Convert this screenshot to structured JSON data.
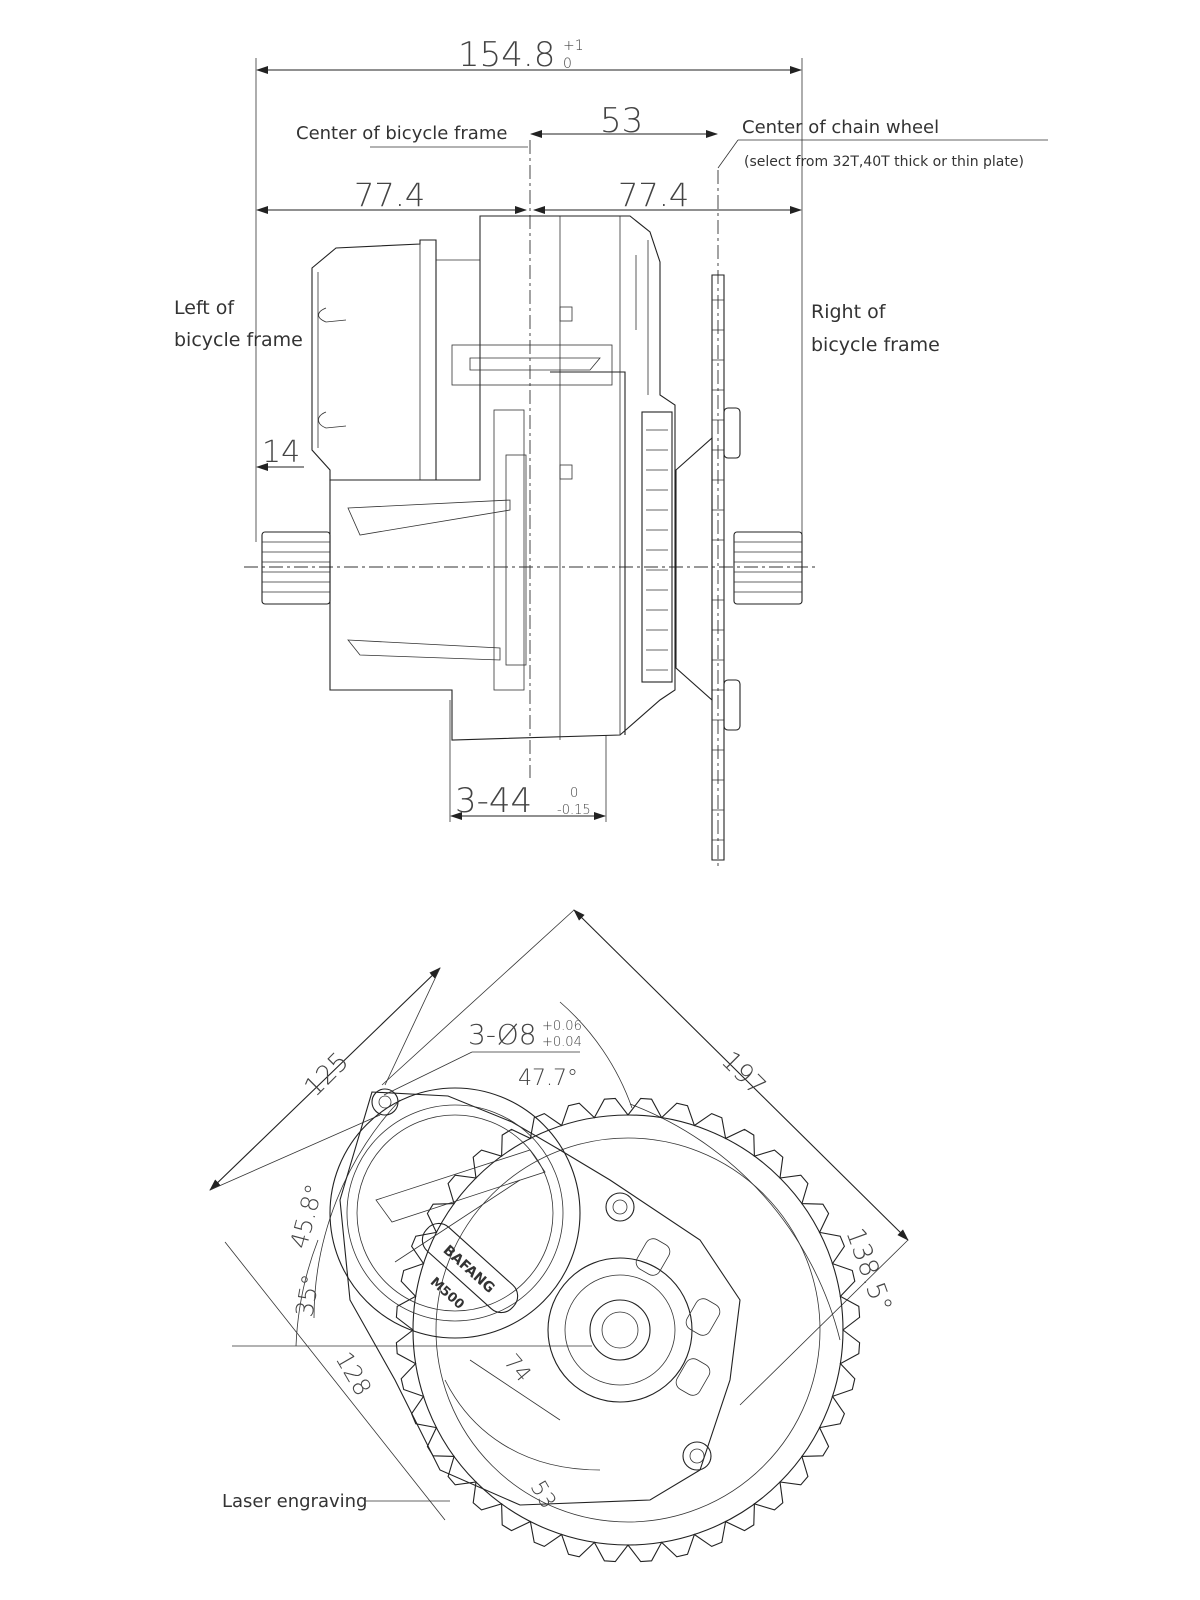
{
  "top_view": {
    "overall_width": {
      "value": "154.8",
      "tol_upper": "+1",
      "tol_lower": "0"
    },
    "offset_53": "53",
    "half_left": "77.4",
    "half_right": "77.4",
    "dim_14": "14",
    "mount_dim": {
      "value": "3-44",
      "tol_upper": "0",
      "tol_lower": "-0.15"
    },
    "label_center_frame": "Center of bicycle frame",
    "label_center_chainwheel": "Center of chain wheel",
    "label_select": "(select from 32T,40T thick or thin plate)",
    "label_left_1": "Left of",
    "label_left_2": "bicycle frame",
    "label_right_1": "Right of",
    "label_right_2": "bicycle frame"
  },
  "bottom_view": {
    "dim_125": "125",
    "dim_197": "197",
    "holes": {
      "value": "3-Ø8",
      "tol_upper": "+0.06",
      "tol_lower": "+0.04"
    },
    "angle_47": "47.7°",
    "angle_45": "45.8°",
    "angle_35": "35°",
    "angle_138": "138.5°",
    "dim_128": "128",
    "dim_74": "74",
    "dim_53": "53",
    "label_laser": "Laser engraving",
    "badge_model": "M500",
    "badge_brand": "BAFANG"
  }
}
